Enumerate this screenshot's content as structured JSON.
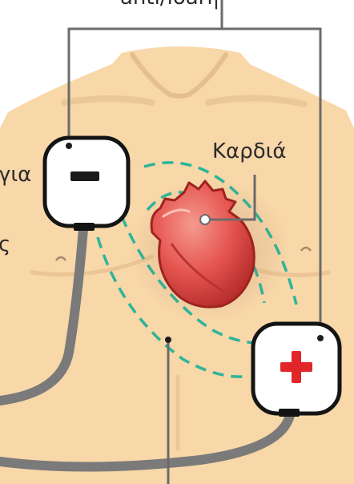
{
  "labels": {
    "top_fragment": "anti/ioari|",
    "heart": "Καρδιά",
    "left_fragment_1": "για",
    "left_fragment_2": "ς"
  },
  "icons": {
    "left_pad": "minus-icon",
    "right_pad": "plus-icon",
    "center": "heart-icon"
  },
  "colors": {
    "skin": "#f8d7a8",
    "heart_red": "#e5544f",
    "field_dash": "#2bb59a",
    "plus_red": "#e02628",
    "cable_gray": "#777777"
  }
}
